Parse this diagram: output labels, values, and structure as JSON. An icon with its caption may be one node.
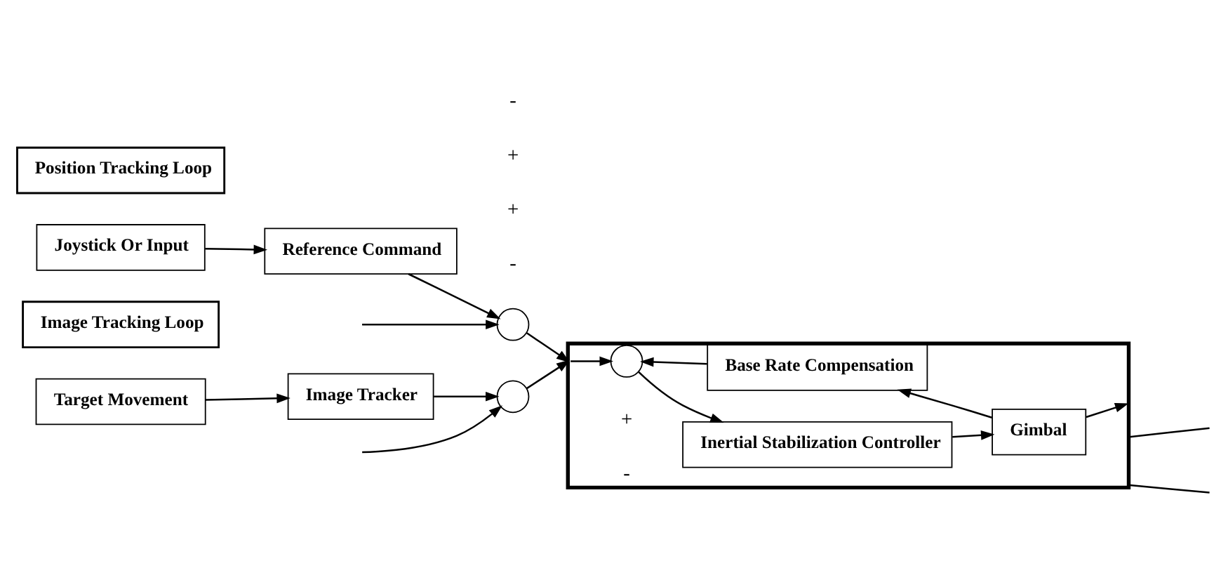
{
  "diagram": {
    "nodes": [
      {
        "text": [
          "Position Tracking Loop"
        ]
      },
      {
        "text": [
          "Joystick Or Input"
        ]
      },
      {
        "text": [
          "Reference Command"
        ]
      },
      {
        "text": [],
        "shape": "circle"
      },
      {
        "text": [
          "Target Movement"
        ]
      },
      {
        "text": [
          "Image Tracker"
        ]
      },
      {
        "text": [],
        "shape": "circle"
      },
      {
        "text": [
          "Image Tracking Loop"
        ]
      },
      {
        "text": [],
        "shape": "box"
      },
      {
        "text": [],
        "shape": "circle",
        "in": 8
      },
      {
        "text": [
          "Inertial Stabilization Controller"
        ],
        "in": 8
      },
      {
        "text": [
          "Gimbal"
        ],
        "in": 8
      },
      {
        "text": [
          "Base Rate Compensation"
        ],
        "in": 8
      }
    ],
    "edges": [
      {
        "from": 1,
        "to": 2,
        "arrow": "to"
      },
      {
        "from": 2,
        "to": 3,
        "arrow": "to"
      },
      {
        "from": 3,
        "to": 8,
        "arrow": "to"
      },
      {
        "from": 4,
        "to": 5,
        "arrow": "to"
      },
      {
        "from": 5,
        "to": 6,
        "arrow": "to"
      },
      {
        "from": 6,
        "to": 8,
        "arrow": "to"
      },
      {
        "from": 8,
        "to": 9,
        "arrow": "to"
      },
      {
        "from": 9,
        "to": 10,
        "arrow": "to"
      },
      {
        "from": 10,
        "to": 11,
        "arrow": "to"
      },
      {
        "from": 11,
        "to": 8,
        "arrow": "to"
      },
      {
        "from": 11,
        "to": 12,
        "arrow": "to"
      },
      {
        "from": 12,
        "to": 9,
        "arrow": "to"
      },
      {
        "from": null,
        "to": 3,
        "arrow": "to"
      },
      {
        "from": null,
        "to": 6,
        "arrow": "to"
      },
      {
        "from": 8,
        "to": null,
        "arrow": "none"
      },
      {
        "from": 8,
        "to": null,
        "arrow": "none"
      }
    ],
    "labels": [
      "-",
      "+",
      "+",
      "-",
      "+",
      "-"
    ]
  }
}
